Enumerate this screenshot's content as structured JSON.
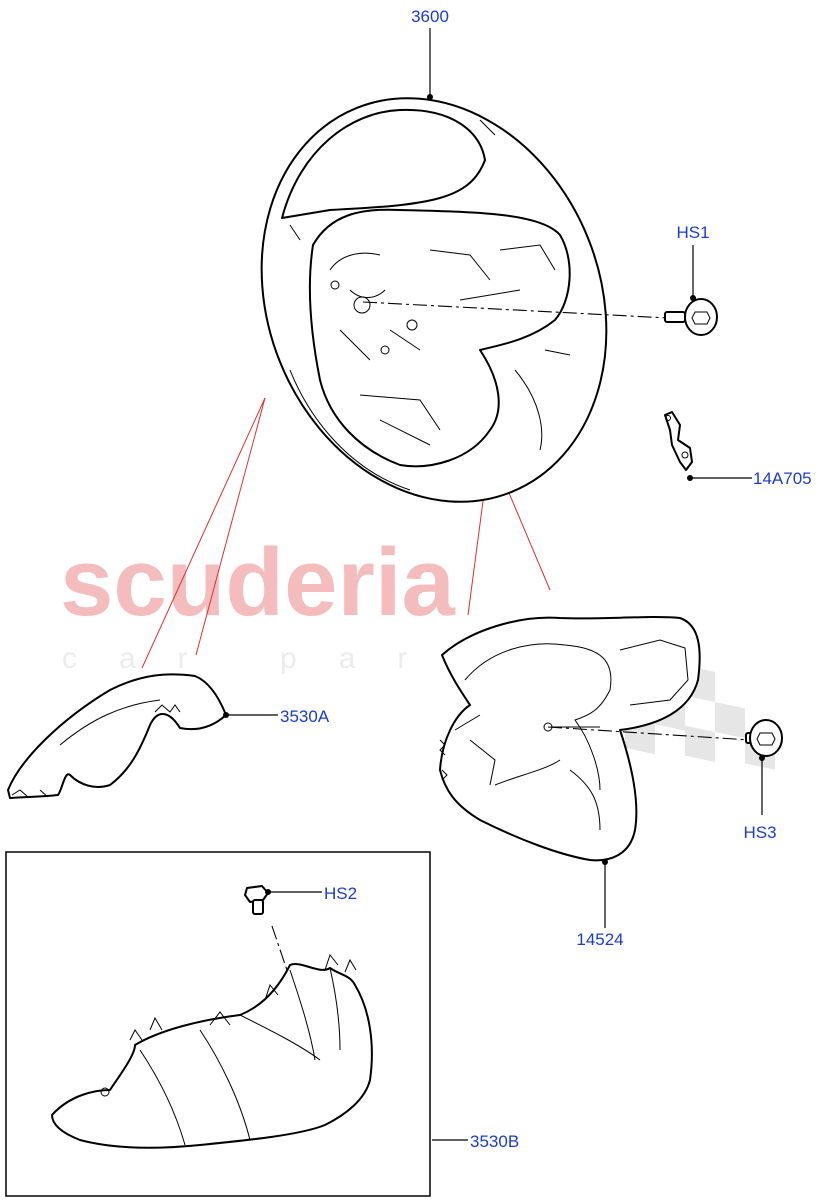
{
  "watermark": {
    "brand": "scuderia",
    "subtitle": "car parts"
  },
  "labels": {
    "steering_wheel": "3600",
    "bolt_hs1": "HS1",
    "clip_14a705": "14A705",
    "shroud_upper": "3530A",
    "bezel": "14524",
    "bolt_hs3": "HS3",
    "screw_hs2": "HS2",
    "shroud_lower": "3530B"
  },
  "colors": {
    "label": "#1a3ccc",
    "leader": "#000000",
    "reference_line": "#e03030",
    "watermark": "#f4bcbc"
  }
}
